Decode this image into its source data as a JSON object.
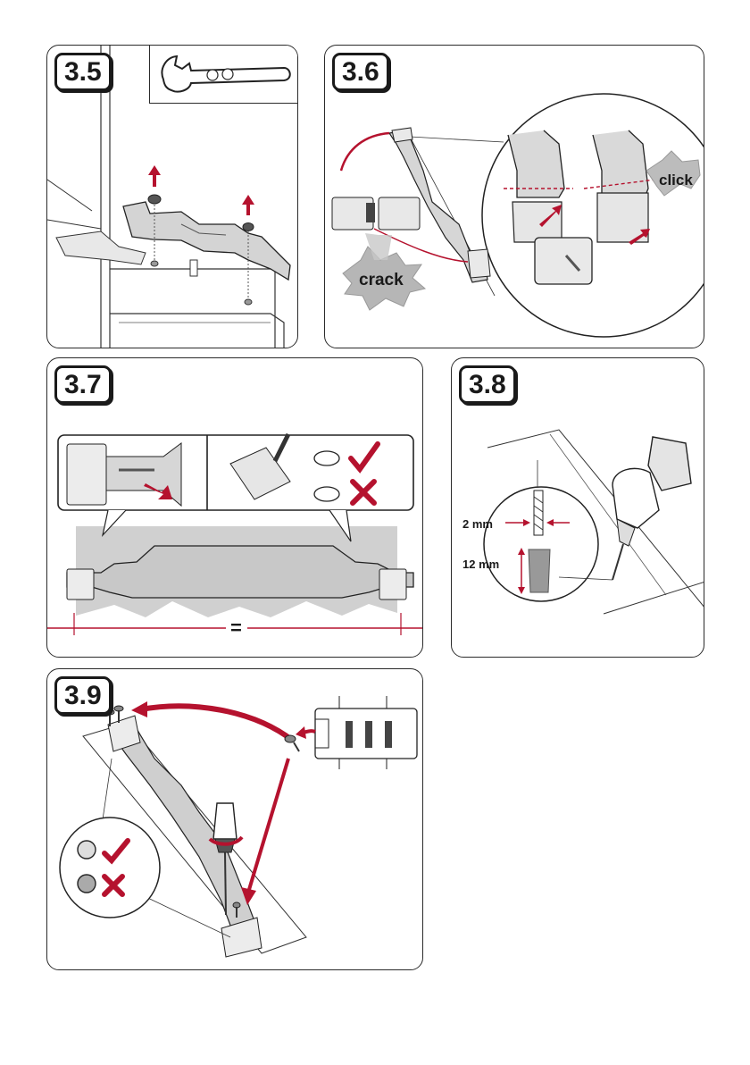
{
  "steps": {
    "s35": {
      "label": "3.5"
    },
    "s36": {
      "label": "3.6",
      "sound_crack": "crack",
      "sound_click": "click"
    },
    "s37": {
      "label": "3.7",
      "equal_sign": "="
    },
    "s38": {
      "label": "3.8",
      "hole_diameter": "2 mm",
      "hole_depth": "12 mm"
    },
    "s39": {
      "label": "3.9"
    }
  },
  "colors": {
    "accent": "#b5122e",
    "ink": "#1a1a1a",
    "gray": "#cfcfcf"
  },
  "icons": [
    "wrench-icon",
    "arrow-up-icon",
    "check-icon",
    "cross-icon",
    "screwdriver-icon",
    "drill-icon",
    "screw-icon"
  ]
}
